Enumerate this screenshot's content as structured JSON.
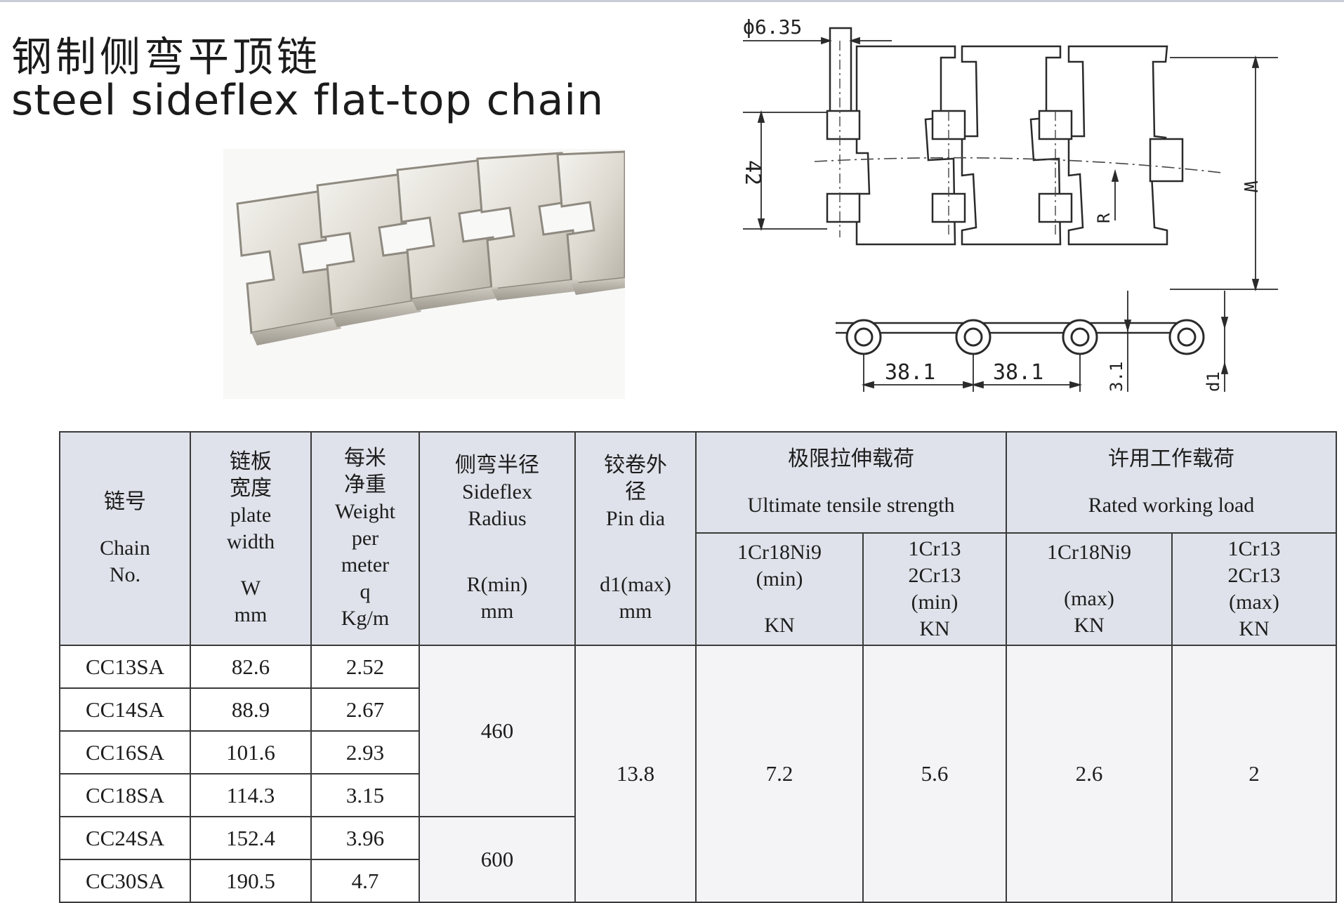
{
  "title": {
    "cn": "钢制侧弯平顶链",
    "en": "steel sideflex  flat-top chain"
  },
  "drawing": {
    "pin_diameter": "ϕ6.35",
    "dim_42": "42",
    "dim_w": "W",
    "dim_r": "R",
    "pitch_1": "38.1",
    "pitch_2": "38.1",
    "thickness": "3.1",
    "d1": "d1"
  },
  "table": {
    "headers": {
      "chain_no": {
        "cn": "链号",
        "en_1": "Chain",
        "en_2": "No."
      },
      "width": {
        "cn_1": "链板",
        "cn_2": "宽度",
        "en_1": "plate",
        "en_2": "width",
        "sym": "W",
        "unit": "mm"
      },
      "weight": {
        "cn_1": "每米",
        "cn_2": "净重",
        "en_1": "Weight",
        "en_2": "per",
        "en_3": "meter",
        "sym": "q",
        "unit": "Kg/m"
      },
      "radius": {
        "cn": "侧弯半径",
        "en_1": "Sideflex",
        "en_2": "Radius",
        "sym": "R(min)",
        "unit": "mm"
      },
      "pin": {
        "cn_1": "铰卷外",
        "cn_2": "径",
        "en": "Pin dia",
        "sym": "d1(max)",
        "unit": "mm"
      },
      "uts": {
        "cn": "极限拉伸载荷",
        "en": "Ultimate tensile strength"
      },
      "rwl": {
        "cn": "许用工作载荷",
        "en": "Rated working load"
      },
      "uts_a": {
        "l1": "1Cr18Ni9",
        "l2": "(min)",
        "unit": "KN"
      },
      "uts_b": {
        "l1": "1Cr13",
        "l2": "2Cr13",
        "l3": "(min)",
        "unit": "KN"
      },
      "rwl_a": {
        "l1": "1Cr18Ni9",
        "l2": "(max)",
        "unit": "KN"
      },
      "rwl_b": {
        "l1": "1Cr13",
        "l2": "2Cr13",
        "l3": "(max)",
        "unit": "KN"
      }
    },
    "rows": [
      {
        "chain": "CC13SA",
        "width": "82.6",
        "weight": "2.52"
      },
      {
        "chain": "CC14SA",
        "width": "88.9",
        "weight": "2.67"
      },
      {
        "chain": "CC16SA",
        "width": "101.6",
        "weight": "2.93"
      },
      {
        "chain": "CC18SA",
        "width": "114.3",
        "weight": "3.15"
      },
      {
        "chain": "CC24SA",
        "width": "152.4",
        "weight": "3.96"
      },
      {
        "chain": "CC30SA",
        "width": "190.5",
        "weight": "4.7"
      }
    ],
    "radius_groups": [
      "460",
      "600"
    ],
    "pin_dia": "13.8",
    "uts_a": "7.2",
    "uts_b": "5.6",
    "rwl_a": "2.6",
    "rwl_b": "2"
  }
}
